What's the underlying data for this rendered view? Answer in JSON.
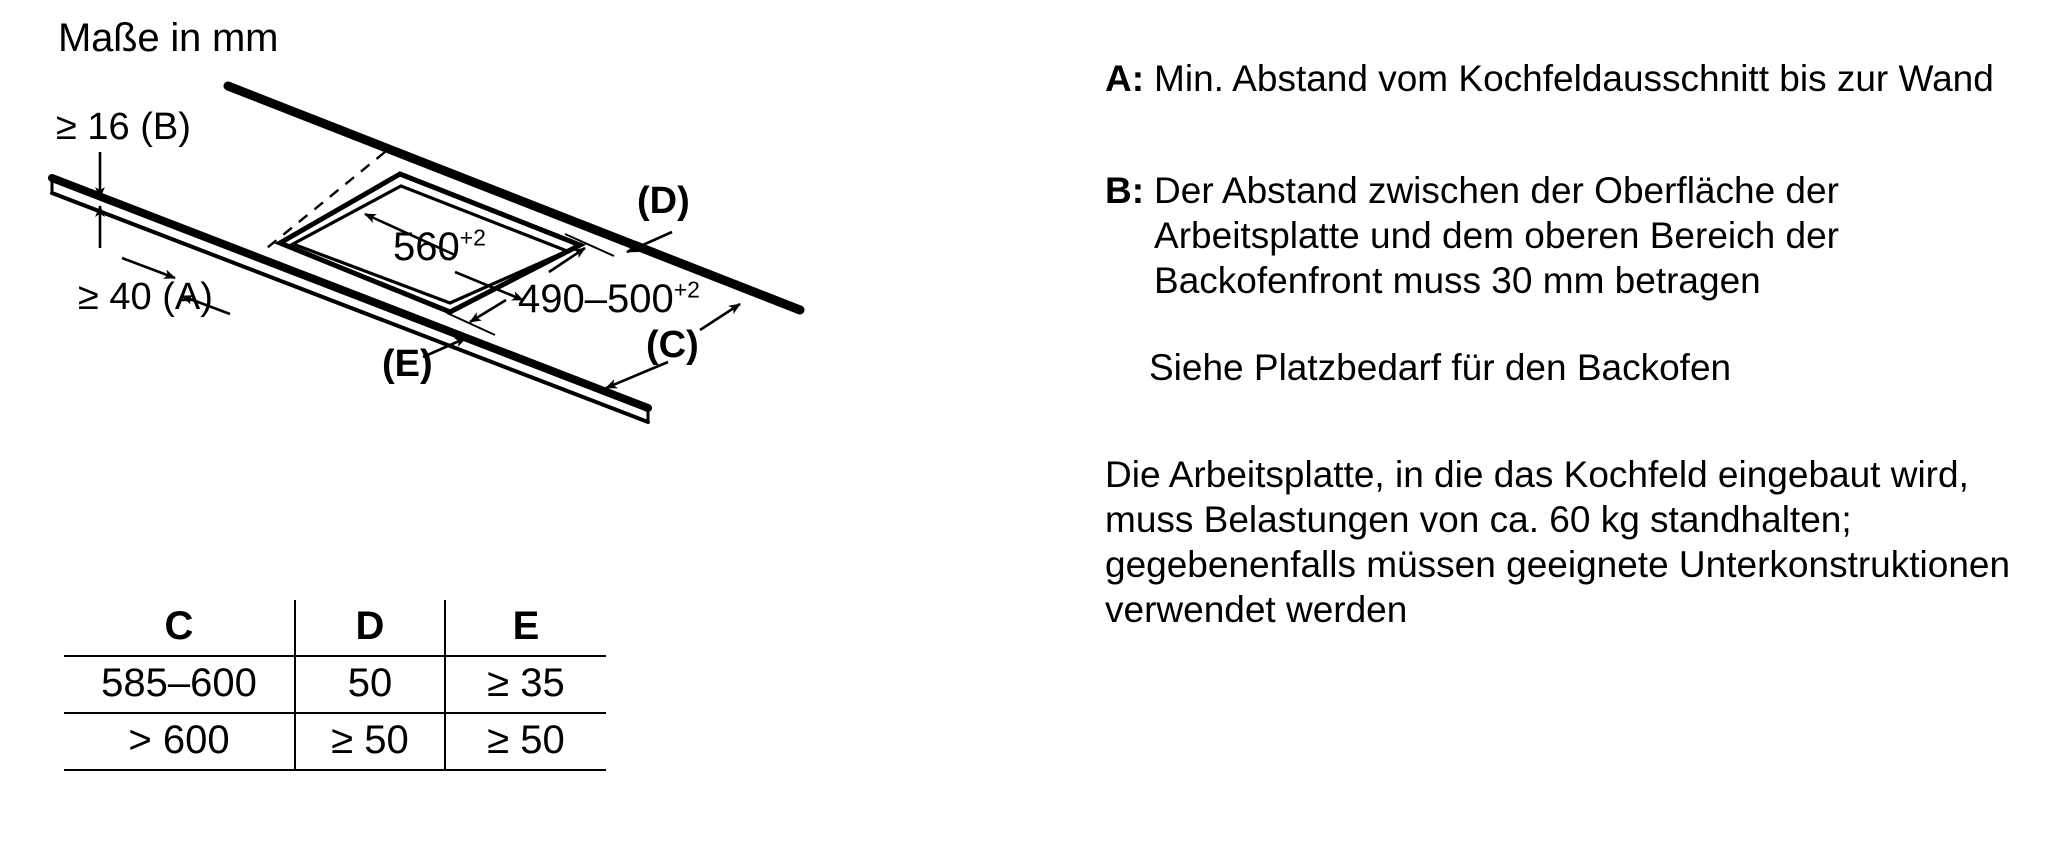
{
  "diagram": {
    "units_caption": "Maße in mm",
    "labels": {
      "b_clearance": "≥ 16 (B)",
      "a_clearance": "≥ 40 (A)",
      "d_marker": "(D)",
      "c_marker": "(C)",
      "e_marker": "(E)",
      "cutout_width": "560",
      "cutout_width_tolerance": "+2",
      "cutout_depth": "490–500",
      "cutout_depth_tolerance": "+2"
    }
  },
  "table": {
    "headers": [
      "C",
      "D",
      "E"
    ],
    "rows": [
      [
        "585–600",
        "50",
        "≥ 35"
      ],
      [
        "> 600",
        "≥ 50",
        "≥ 50"
      ]
    ]
  },
  "notes": {
    "a": {
      "key": "A:",
      "text": "Min. Abstand vom Kochfeldausschnitt bis zur Wand"
    },
    "b": {
      "key": "B:",
      "text": "Der Abstand zwischen der Oberfläche der Arbeitsplatte und dem oberen Bereich der Backofenfront muss 30 mm betragen"
    },
    "see_oven": "Siehe Platzbedarf für den Backofen",
    "load_capacity": "Die Arbeitsplatte, in die das Kochfeld eingebaut wird, muss Belastungen von ca. 60 kg standhalten; gegebenenfalls müssen geeignete Unterkonstruktionen verwendet werden"
  },
  "colors": {
    "ink": "#000000",
    "background": "#ffffff"
  }
}
